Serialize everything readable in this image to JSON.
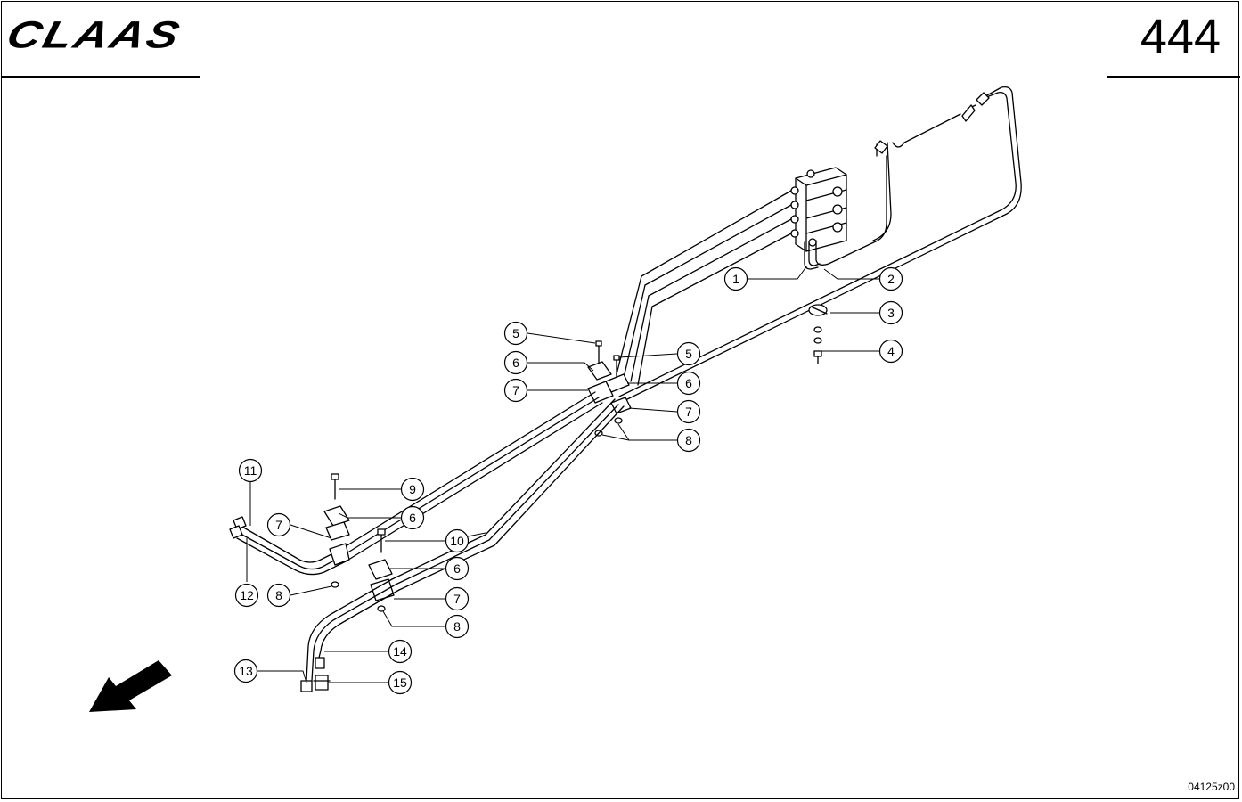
{
  "header": {
    "brand": "CLAAS",
    "page_number": "444"
  },
  "footer": {
    "drawing_number": "04125z00"
  },
  "callouts": [
    {
      "id": "c1",
      "label": "1"
    },
    {
      "id": "c2",
      "label": "2"
    },
    {
      "id": "c3",
      "label": "3"
    },
    {
      "id": "c4",
      "label": "4"
    },
    {
      "id": "c5a",
      "label": "5"
    },
    {
      "id": "c5b",
      "label": "5"
    },
    {
      "id": "c6a",
      "label": "6"
    },
    {
      "id": "c6b",
      "label": "6"
    },
    {
      "id": "c6c",
      "label": "6"
    },
    {
      "id": "c6d",
      "label": "6"
    },
    {
      "id": "c7a",
      "label": "7"
    },
    {
      "id": "c7b",
      "label": "7"
    },
    {
      "id": "c7c",
      "label": "7"
    },
    {
      "id": "c7d",
      "label": "7"
    },
    {
      "id": "c8a",
      "label": "8"
    },
    {
      "id": "c8b",
      "label": "8"
    },
    {
      "id": "c8c",
      "label": "8"
    },
    {
      "id": "c9",
      "label": "9"
    },
    {
      "id": "c10",
      "label": "10"
    },
    {
      "id": "c11",
      "label": "11"
    },
    {
      "id": "c12",
      "label": "12"
    },
    {
      "id": "c13",
      "label": "13"
    },
    {
      "id": "c14",
      "label": "14"
    },
    {
      "id": "c15",
      "label": "15"
    }
  ]
}
